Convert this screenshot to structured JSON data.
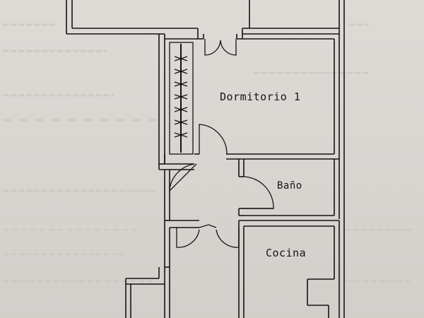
{
  "rooms": {
    "dormitorio": "Dormitorio 1",
    "bano": "Baño",
    "cocina": "Cocina"
  },
  "colors": {
    "paper": "#dcd9d5",
    "ink": "#141414",
    "bleed_text": "#c9c6c2"
  }
}
